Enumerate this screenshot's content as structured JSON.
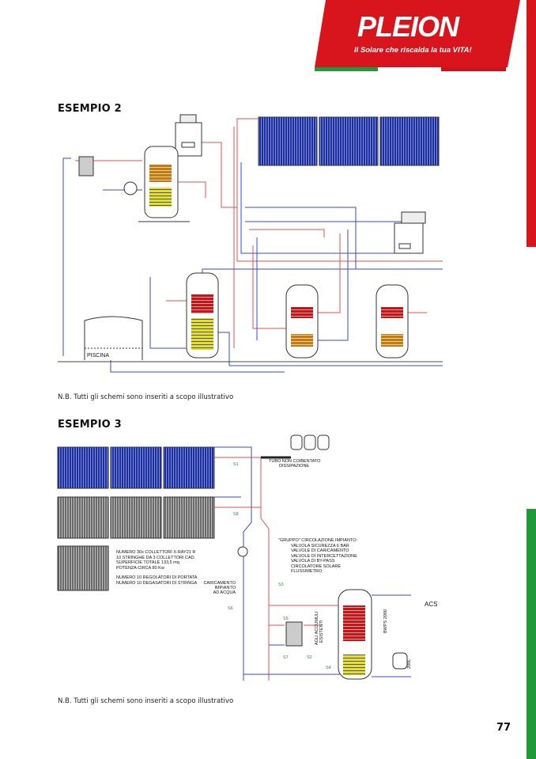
{
  "header": {
    "brand": "PLEION",
    "tagline": "Il Solare che riscalda la tua VITA!",
    "colors": {
      "red": "#d8141c",
      "green": "#1f9a3a"
    }
  },
  "example2": {
    "title": "ESEMPIO 2",
    "pool_label": "PISCINA",
    "note": "N.B. Tutti gli schemi sono inseriti a scopo illustrativo"
  },
  "example3": {
    "title": "ESEMPIO 3",
    "sensors": {
      "s1": "S1",
      "s8": "S8",
      "s3": "S3",
      "s6": "S6",
      "s5": "S5",
      "s7": "S7",
      "s2": "S2",
      "s4": "S4"
    },
    "pipe_label_1": "TUBO NON COIBENTATO",
    "pipe_label_2": "DISSIPAZIONE",
    "collectors_info": [
      "NUMERO 30x COLLETTORI X-RAY21 R",
      "10 STRINGHE DA 3 COLLETTORI CAD.",
      "SUPERFICIE TOTALE 133,5 mq",
      "POTENZA CIRCA 80 Kw",
      "",
      "NUMERO 10 REGOLATORI DI PORTATA",
      "NUMERO 10 DEGASATORI DI STRINGA"
    ],
    "group_title": "\"GRUPPO\" CIRCOLAZIONE IMPIANTO:",
    "group_items": [
      "VALVOLA SICUREZZA 6 BAR",
      "VALVOLE DI CARICAMENTO",
      "VALVOLE DI INTERCETTAZIONE",
      "VALVOLA DI BY-PASS",
      "CIRCOLATORE SOLARE",
      "FLUSSIMETRO"
    ],
    "loading_label": [
      "CARICAMENTO",
      "IMPIANTO",
      "AD ACQUA"
    ],
    "acs_label": "ACS",
    "tank_label": "BWPS 2000",
    "exchanger_label": [
      "AGLI ACCUMULI",
      "ESISTENTI"
    ],
    "expansion_label": "200L",
    "note": "N.B. Tutti gli schemi sono inseriti a scopo illustrativo"
  },
  "page_number": "77"
}
